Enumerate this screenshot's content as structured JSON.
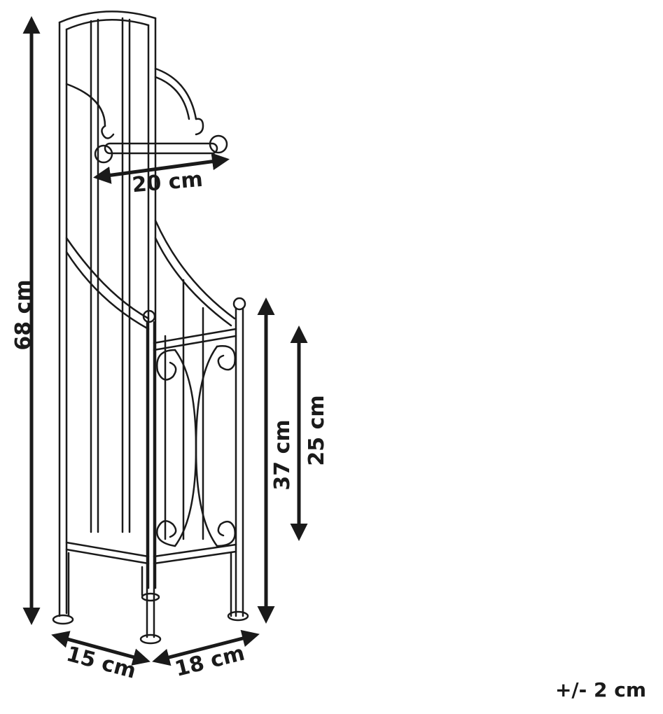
{
  "dimensions": {
    "total_height": "68 cm",
    "bar_width": "20 cm",
    "basket_height": "37 cm",
    "basket_inner_height": "25 cm",
    "depth": "15 cm",
    "width": "18 cm"
  },
  "tolerance": "+/- 2 cm",
  "colors": {
    "line": "#1a1a1a",
    "background": "#ffffff"
  }
}
